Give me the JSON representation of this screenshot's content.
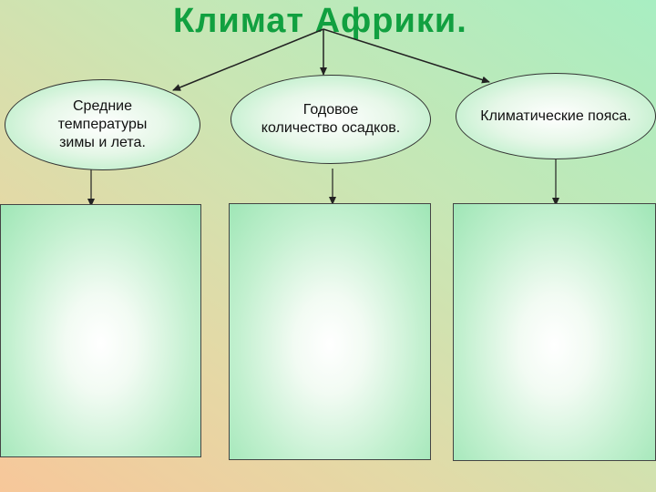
{
  "title": "Климат Африки.",
  "nodes": [
    {
      "label": "Средние\nтемпературы\nзимы и лета."
    },
    {
      "label": "Годовое\nколичество осадков."
    },
    {
      "label": "Климатические пояса."
    }
  ],
  "colors": {
    "title": "#11a040",
    "box_fill": "#a9ebbb",
    "line": "#222222"
  }
}
